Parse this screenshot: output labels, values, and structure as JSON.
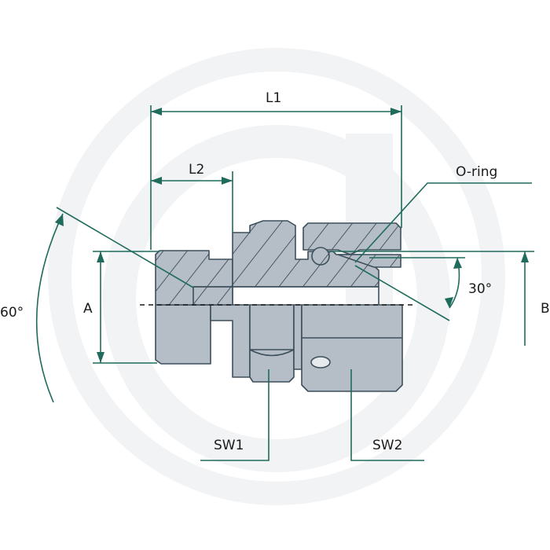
{
  "labels": {
    "l1": "L1",
    "l2": "L2",
    "oring": "O-ring",
    "angle30": "30°",
    "angle60": "60°",
    "a": "A",
    "b": "B",
    "sw1": "SW1",
    "sw2": "SW2"
  },
  "colors": {
    "dimension_line": "#1f6b5c",
    "body_fill": "#b5bec6",
    "body_stroke": "#3d4f5c",
    "hatch": "#2c3e4c",
    "watermark": "#f1f3f4"
  }
}
